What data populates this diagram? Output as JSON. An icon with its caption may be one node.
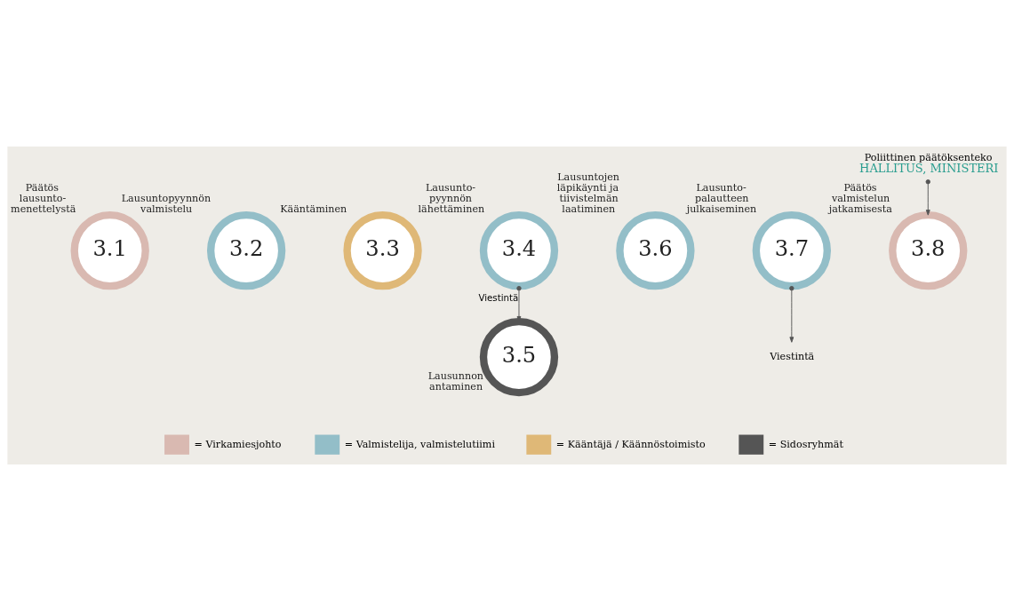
{
  "diagram": {
    "nodes": [
      {
        "text": [
          "Päätös lausunto- menettelystä",
          "3.1"
        ]
      },
      {
        "text": [
          "Lausuntopyynnön valmistelu",
          "3.2"
        ]
      },
      {
        "text": [
          "Kääntäminen",
          "3.3"
        ]
      },
      {
        "text": [
          "Lausunto- pyynnön lähettäminen",
          "3.4"
        ]
      },
      {
        "text": [
          "3.5",
          "Lausunnon antaminen"
        ]
      },
      {
        "text": [
          "Lausuntojen läpikäynti ja tiivistelmän laatiminen",
          "3.6"
        ]
      },
      {
        "text": [
          "Lausunto- palautteen julkaiseminen",
          "3.7"
        ]
      },
      {
        "text": [
          "Päätös valmistelun jatkamisesta",
          "3.8"
        ]
      },
      {
        "text": [
          "Poliittinen päätöksenteko",
          "HALLITUS, MINISTERI"
        ]
      },
      {
        "text": [
          "Viestintä"
        ]
      }
    ],
    "edges": [
      {
        "from": 3,
        "to": 4,
        "arrow": "to",
        "label": "Viestintä"
      },
      {
        "from": 8,
        "to": 7,
        "arrow": "to"
      },
      {
        "from": 6,
        "to": 9,
        "arrow": "to"
      }
    ],
    "legend": [
      {
        "text": "= Virkamiesjohto",
        "color": "#d9b9b1"
      },
      {
        "text": "= Valmistelija, valmistelutiimi",
        "color": "#93bec8"
      },
      {
        "text": "= Kääntäjä / Käännöstoimisto",
        "color": "#dfb877"
      },
      {
        "text": "= Sidosryhmät",
        "color": "#555555"
      }
    ]
  }
}
